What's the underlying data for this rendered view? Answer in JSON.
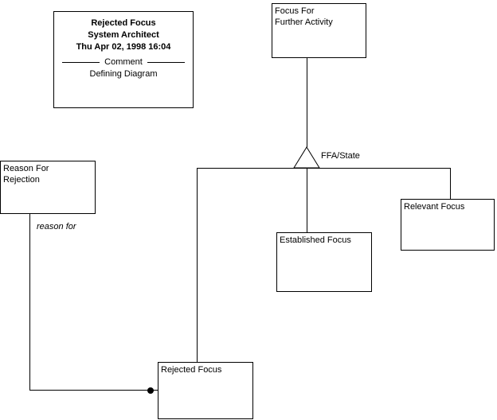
{
  "title_box": {
    "line1": "Rejected Focus",
    "line2": "System Architect",
    "line3": "Thu Apr 02, 1998  16:04",
    "divider_label": "Comment",
    "line4": "Defining Diagram"
  },
  "nodes": {
    "focus_for_further_activity": {
      "label": "Focus For\nFurther Activity"
    },
    "reason_for_rejection": {
      "label": "Reason For\nRejection"
    },
    "relevant_focus": {
      "label": "Relevant Focus"
    },
    "established_focus": {
      "label": "Established Focus"
    },
    "rejected_focus": {
      "label": "Rejected Focus"
    }
  },
  "edges": {
    "subtype_label": "FFA/State",
    "relationship_label": "reason for"
  },
  "colors": {
    "background": "#ffffff",
    "line": "#000000",
    "text": "#000000"
  }
}
